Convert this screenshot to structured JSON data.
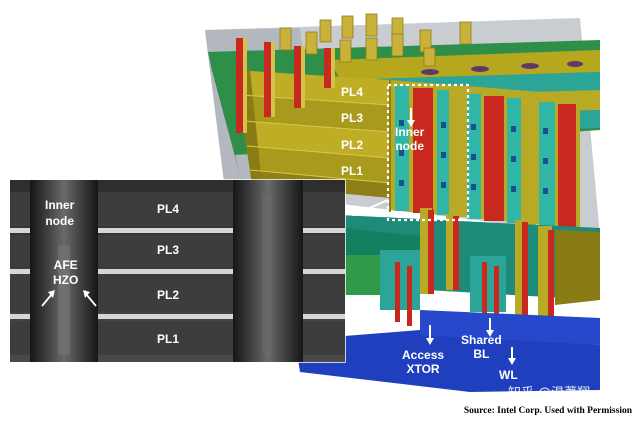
{
  "render3d": {
    "plate_lines": [
      "PL4",
      "PL3",
      "PL2",
      "PL1"
    ],
    "inner_node": "Inner\nnode",
    "access_xtor": "Access\nXTOR",
    "shared_bl": "Shared\nBL",
    "wl": "WL"
  },
  "sem": {
    "inner_node": "Inner\nnode",
    "afe_hzo": "AFE\nHZO",
    "plate_lines": [
      "PL4",
      "PL3",
      "PL2",
      "PL1"
    ]
  },
  "caption": "Source: Intel Corp. Used with Permission",
  "watermark": "知乎 @温著翔",
  "colors": {
    "gold": "#b8a81e",
    "teal": "#2fb6a6",
    "red": "#c8281e",
    "green": "#2e9a4a",
    "blue": "#1f3fbf",
    "sem_dark": "#3a3a3a"
  }
}
